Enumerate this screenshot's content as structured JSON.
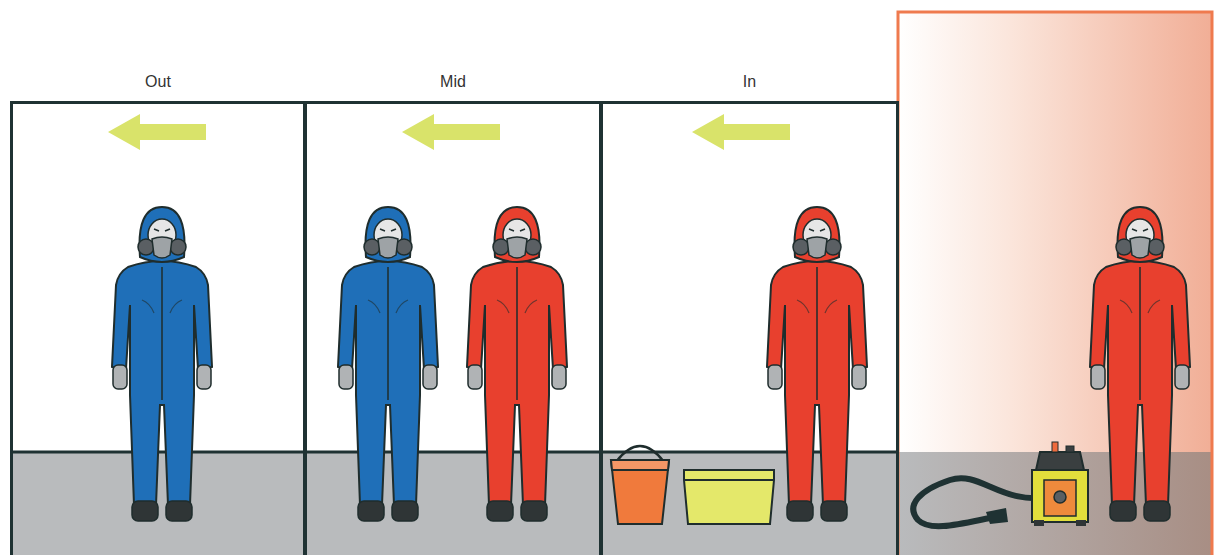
{
  "diagram": {
    "nodes": [
      {
        "text": [
          "Out"
        ]
      },
      {
        "text": [
          "Mid"
        ]
      },
      {
        "text": [
          "In"
        ]
      }
    ]
  }
}
